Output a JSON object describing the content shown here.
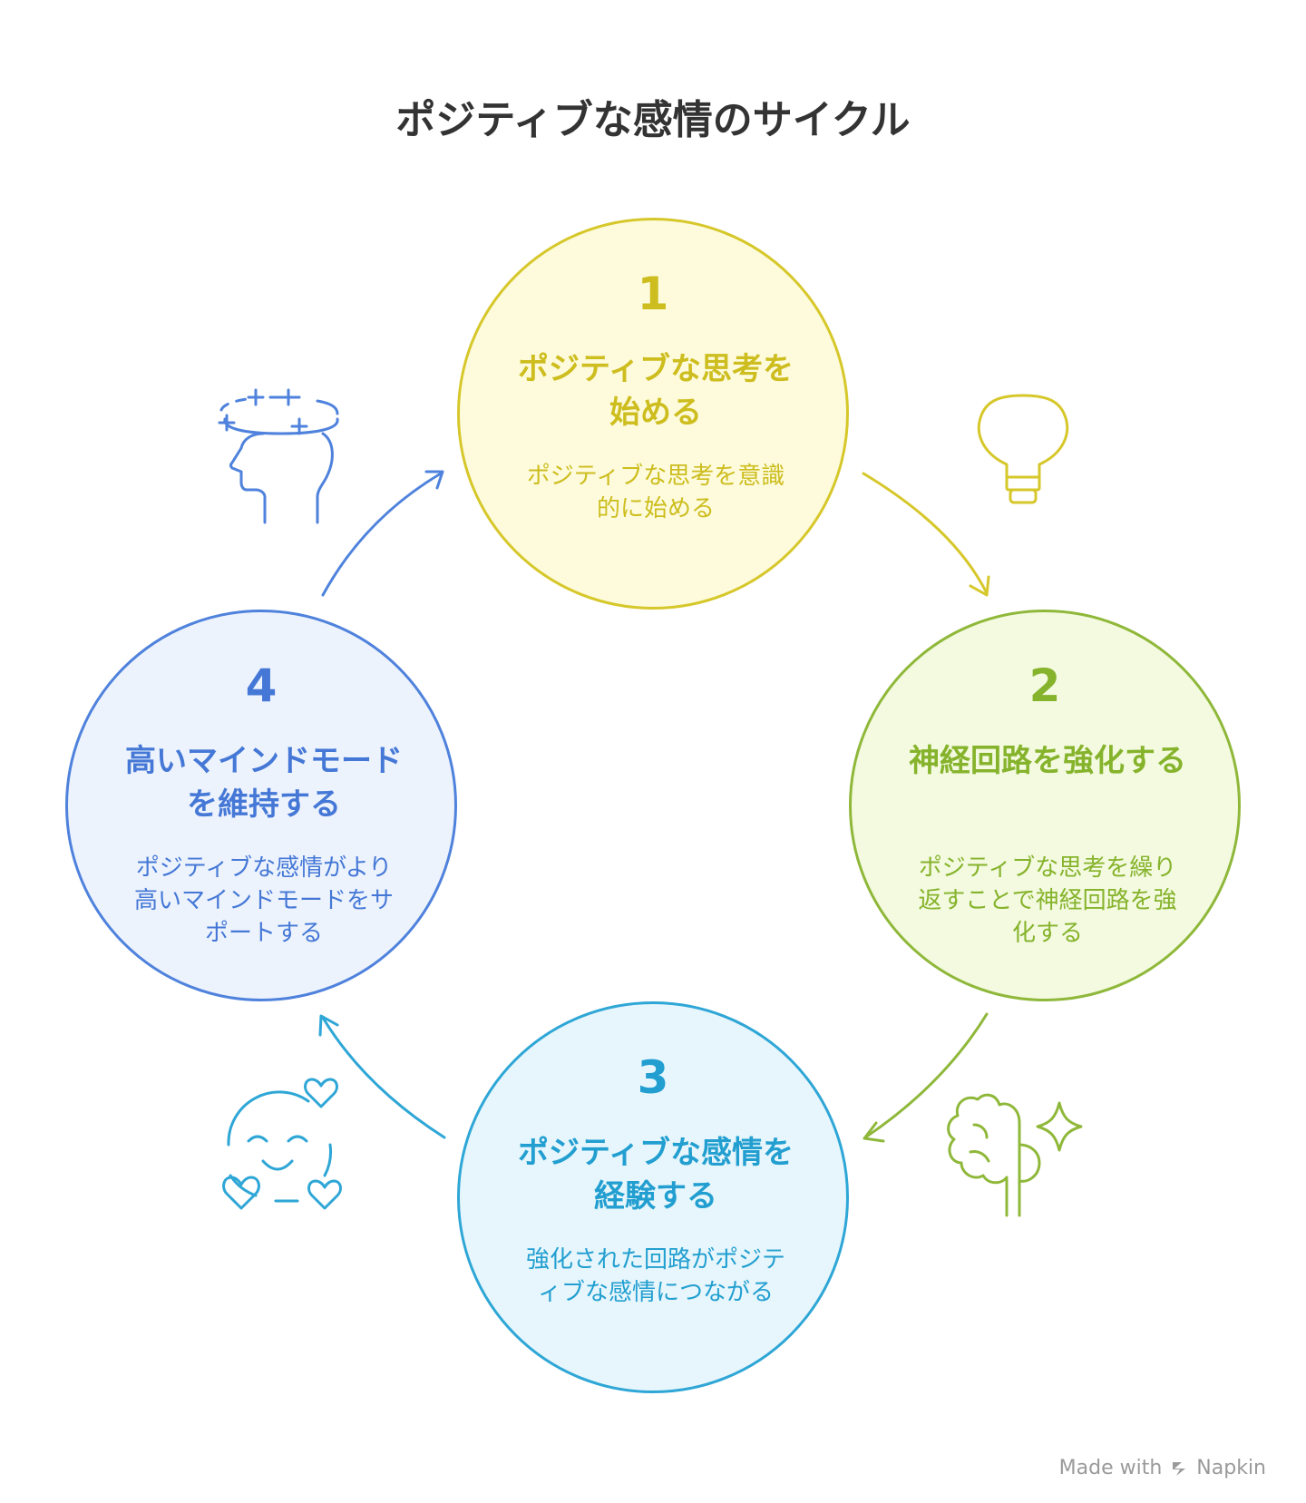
{
  "title": "ポジティブな感情のサイクル",
  "steps": [
    {
      "number": "1",
      "title": "ポジティブな思考を始める",
      "description": "ポジティブな思考を意識的に始める",
      "color": "#cdbd1e",
      "icon": "lightbulb-icon"
    },
    {
      "number": "2",
      "title": "神経回路を強化する",
      "description": "ポジティブな思考を繰り返すことで神経回路を強化する",
      "color": "#86b32c",
      "icon": "brain-sparkle-icon"
    },
    {
      "number": "3",
      "title": "ポジティブな感情を経験する",
      "description": "強化された回路がポジティブな感情につながる",
      "color": "#229fd0",
      "icon": "smiley-hearts-icon"
    },
    {
      "number": "4",
      "title": "高いマインドモードを維持する",
      "description": "ポジティブな感情がより高いマインドモードをサポートする",
      "color": "#4578d6",
      "icon": "head-halo-icon"
    }
  ],
  "footer": {
    "made_with": "Made with",
    "brand": "Napkin"
  }
}
